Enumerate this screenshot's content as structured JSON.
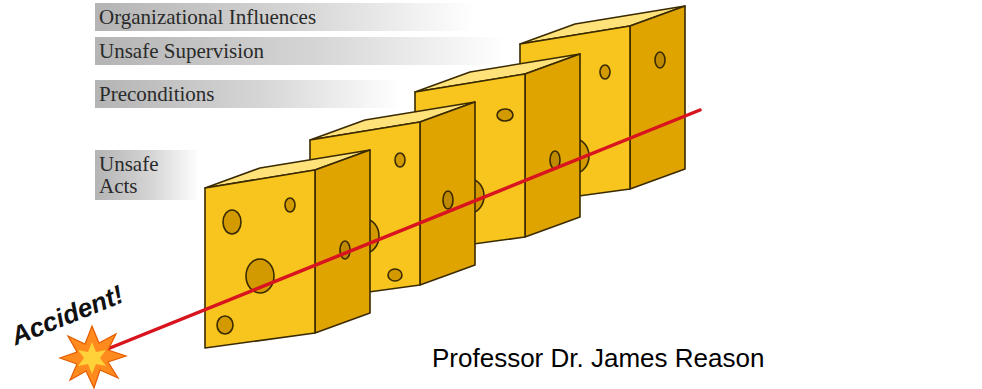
{
  "diagram": {
    "nodes": [
      {
        "text": [
          "Organizational Influences"
        ]
      },
      {
        "text": [
          "Unsafe Supervision"
        ]
      },
      {
        "text": [
          "Preconditions"
        ]
      },
      {
        "text": [
          "Unsafe Acts"
        ]
      }
    ],
    "labels": [
      "Accident!",
      "Professor Dr. James Reason"
    ]
  }
}
